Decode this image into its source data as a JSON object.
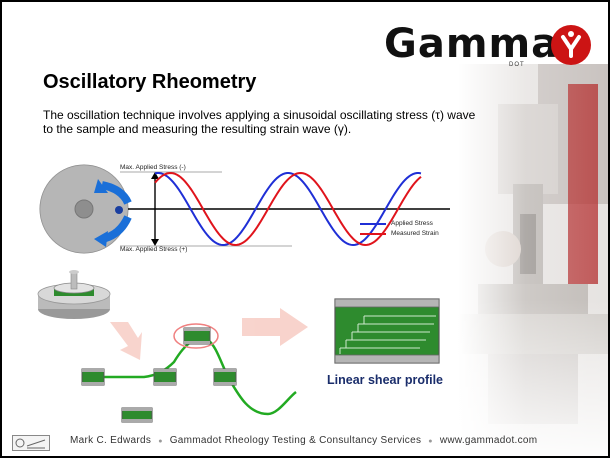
{
  "logo": {
    "word": "Gamma",
    "sub": "DOT"
  },
  "slide": {
    "title": "Oscillatory Rheometry",
    "description": "The oscillation technique involves applying a sinusoidal oscillating stress (τ) wave to the sample and measuring the resulting strain wave (γ)."
  },
  "wave_diagram": {
    "max_stress_neg": "Max. Applied Stress (-)",
    "max_stress_pos": "Max. Applied Stress (+)",
    "legend_stress": "Applied Stress",
    "legend_strain": "Measured Strain",
    "colors": {
      "stress": "#1f2fd6",
      "strain": "#e0141c"
    }
  },
  "shear": {
    "label": "Linear shear profile"
  },
  "footer": {
    "author": "Mark C. Edwards",
    "company": "Gammadot Rheology Testing & Consultancy Services",
    "url": "www.gammadot.com",
    "icon": "logo-stamp-icon"
  }
}
